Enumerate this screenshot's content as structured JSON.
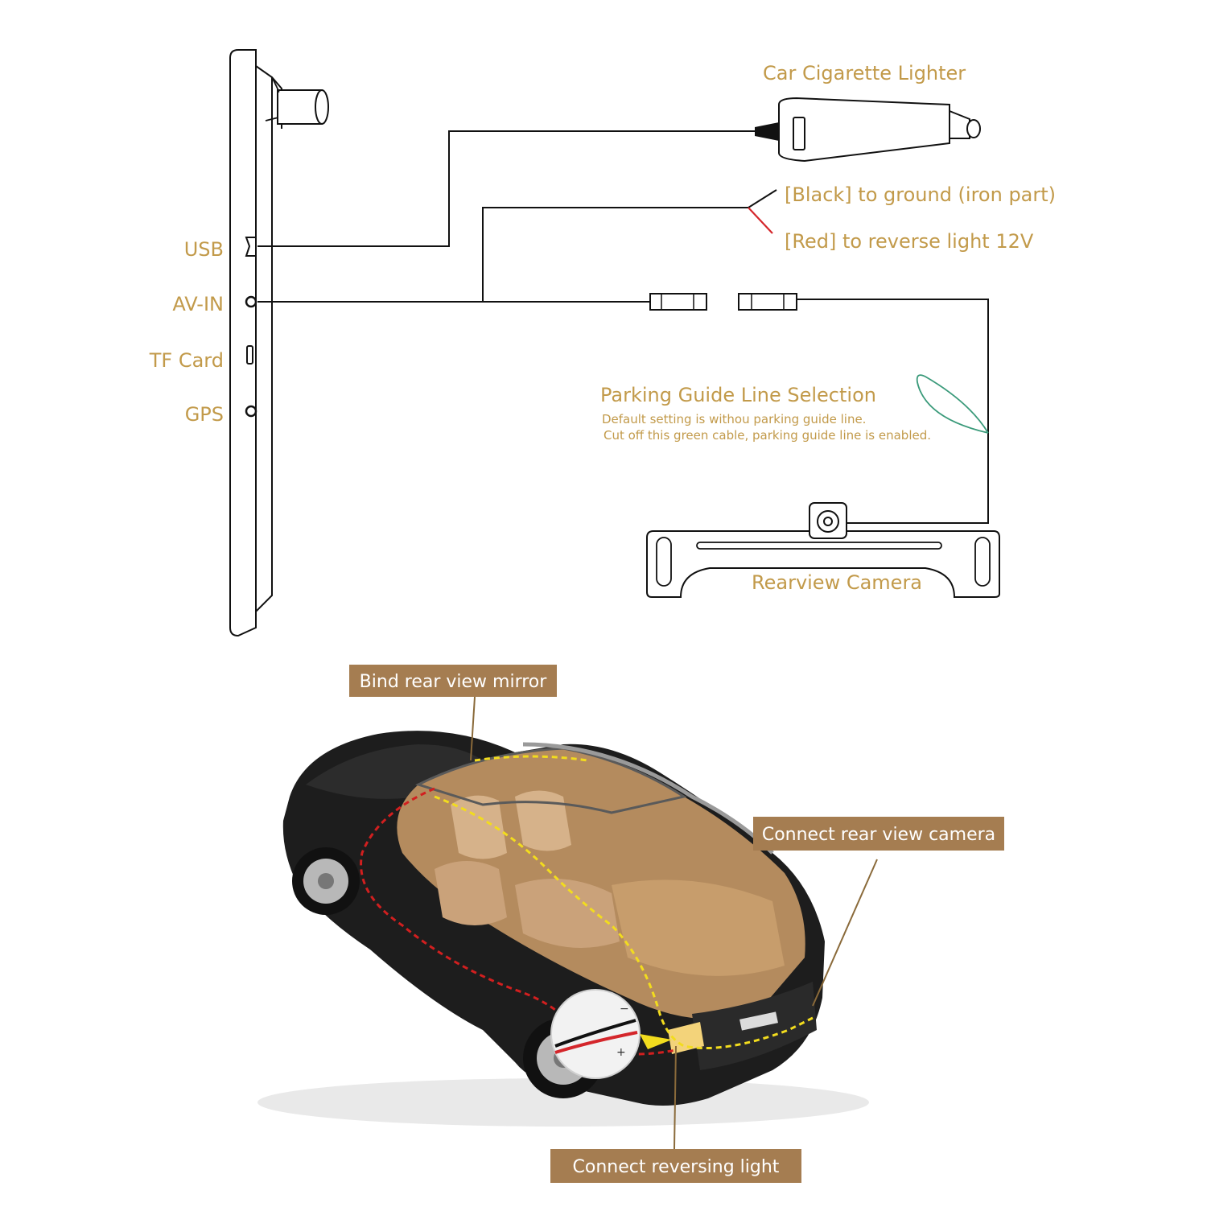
{
  "ports": {
    "usb": "USB",
    "av_in": "AV-IN",
    "tf_card": "TF Card",
    "gps": "GPS"
  },
  "components": {
    "lighter": "Car Cigarette Lighter",
    "camera": "Rearview Camera"
  },
  "wires": {
    "black": "[Black] to ground (iron part)",
    "red": "[Red] to reverse light 12V"
  },
  "guide": {
    "title": "Parking Guide Line Selection",
    "line1": "Default setting is withou parking guide line.",
    "line2": "Cut off this green cable, parking guide line is enabled."
  },
  "install": {
    "mirror": "Bind rear view mirror",
    "camera": "Connect rear view camera",
    "reversing": "Connect reversing light"
  },
  "colors": {
    "label": "#c29a4a",
    "tag_bg": "#a57d51",
    "red_wire": "#d4262b",
    "green_wire": "#3a9a7a",
    "route_yellow": "#f2dc1e",
    "route_red": "#d11f1f"
  }
}
